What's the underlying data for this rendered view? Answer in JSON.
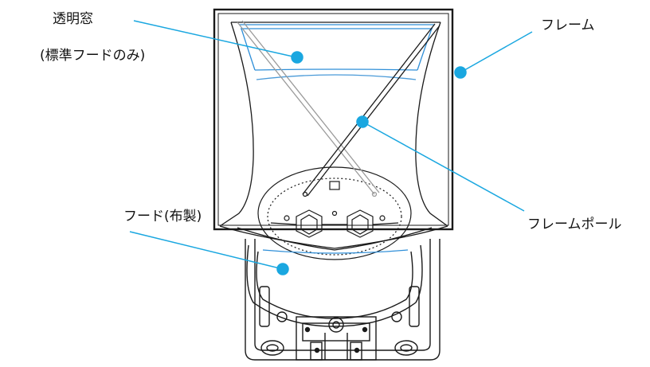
{
  "labels": {
    "window": "透明窓",
    "window_note": "(標準フードのみ)",
    "frame": "フレーム",
    "hood": "フード(布製)",
    "frame_pole": "フレームポール"
  },
  "colors": {
    "callout": "#1aa7e0",
    "window_tint": "#2f8fd8",
    "line": "#1a1a1a",
    "pole": "#9a9a9a"
  }
}
